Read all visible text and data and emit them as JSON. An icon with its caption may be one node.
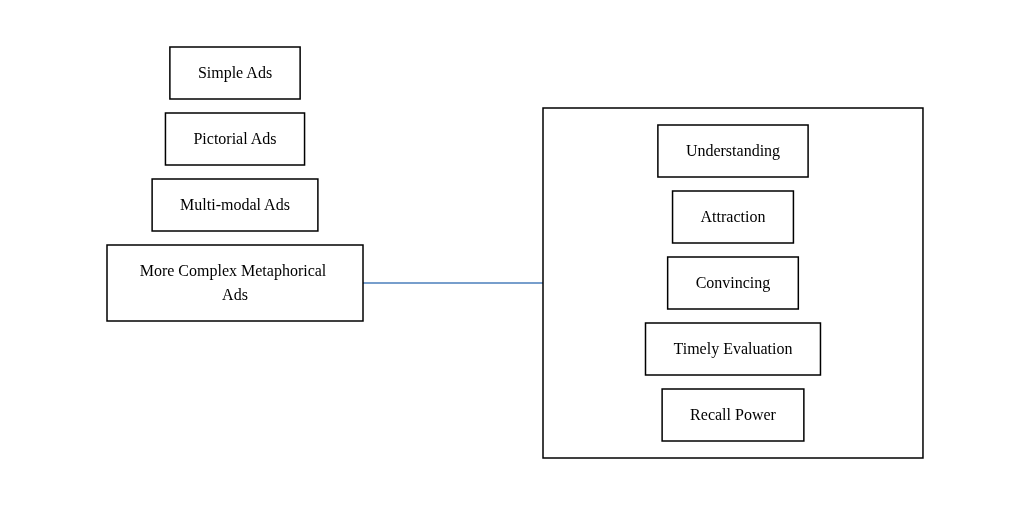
{
  "diagram": {
    "nodes": [
      {
        "text": [
          "Simple Ads"
        ]
      },
      {
        "text": [
          "Pictorial Ads"
        ]
      },
      {
        "text": [
          "Multi-modal Ads"
        ]
      },
      {
        "text": [
          "More Complex Metaphorical Ads"
        ]
      },
      {
        "text": [],
        "shape": "box"
      },
      {
        "text": [
          "Understanding"
        ],
        "in": 4
      },
      {
        "text": [
          "Attraction"
        ],
        "in": 4
      },
      {
        "text": [
          "Convincing"
        ],
        "in": 4
      },
      {
        "text": [
          "Timely Evaluation"
        ],
        "in": 4
      },
      {
        "text": [
          "Recall Power"
        ],
        "in": 4
      }
    ],
    "edges": [
      {
        "from": 3,
        "to": 4,
        "arrow": "none",
        "color": "#4a7ebb"
      }
    ]
  }
}
